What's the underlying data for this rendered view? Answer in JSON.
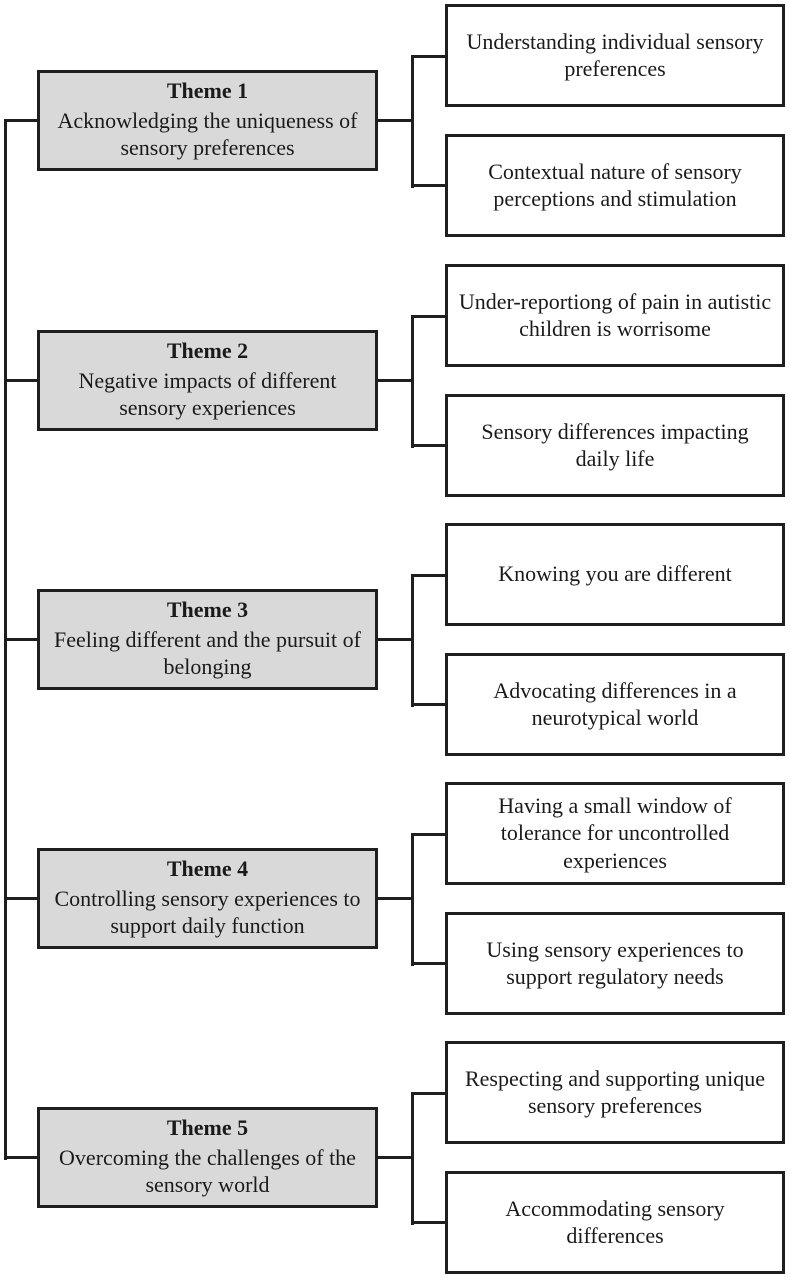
{
  "diagram": {
    "colors": {
      "theme_fill": "#d9d9d9",
      "subtheme_fill": "#ffffff",
      "line": "#1f1f1f"
    },
    "themes": [
      {
        "title": "Theme 1",
        "label": "Acknowledging the uniqueness of sensory preferences",
        "subthemes": [
          "Understanding individual sensory preferences",
          "Contextual nature of sensory perceptions and stimulation"
        ]
      },
      {
        "title": "Theme 2",
        "label": "Negative impacts of different sensory experiences",
        "subthemes": [
          "Under-reportiong of pain in autistic children is worrisome",
          "Sensory differences impacting daily life"
        ]
      },
      {
        "title": "Theme 3",
        "label": "Feeling different and the pursuit of belonging",
        "subthemes": [
          "Knowing you are different",
          "Advocating differences in a neurotypical world"
        ]
      },
      {
        "title": "Theme 4",
        "label": "Controlling sensory experiences to support daily function",
        "subthemes": [
          "Having a small window of tolerance for uncontrolled experiences",
          "Using sensory experiences to support regulatory needs"
        ]
      },
      {
        "title": "Theme 5",
        "label": "Overcoming the challenges of the sensory world",
        "subthemes": [
          "Respecting and supporting unique sensory preferences",
          "Accommodating sensory differences"
        ]
      }
    ]
  }
}
